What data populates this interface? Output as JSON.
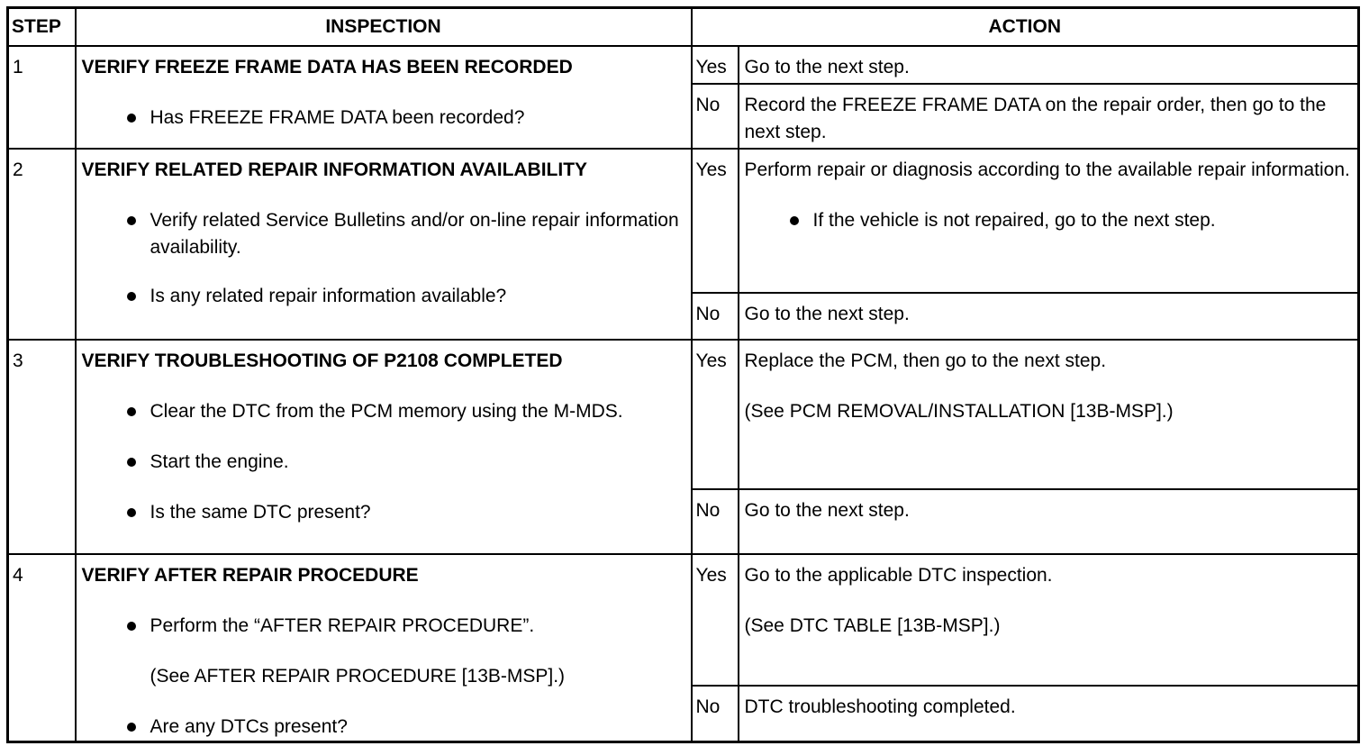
{
  "headers": {
    "step": "STEP",
    "inspection": "INSPECTION",
    "action": "ACTION"
  },
  "steps": [
    {
      "num": "1",
      "title": "VERIFY FREEZE FRAME DATA HAS BEEN RECORDED",
      "bullets": [
        "Has FREEZE FRAME DATA been recorded?"
      ],
      "yes_label": "Yes",
      "yes_action": "Go to the next step.",
      "no_label": "No",
      "no_action": "Record the FREEZE FRAME DATA on the repair order, then go to the next step."
    },
    {
      "num": "2",
      "title": "VERIFY RELATED REPAIR INFORMATION AVAILABILITY",
      "bullets": [
        "Verify related Service Bulletins and/or on-line repair information availability.",
        "Is any related repair information available?"
      ],
      "yes_label": "Yes",
      "yes_action": "Perform repair or diagnosis according to the available repair information.",
      "yes_bullet": "If the vehicle is not repaired, go to the next step.",
      "no_label": "No",
      "no_action": "Go to the next step."
    },
    {
      "num": "3",
      "title": "VERIFY TROUBLESHOOTING OF P2108 COMPLETED",
      "bullets": [
        "Clear the DTC from the PCM memory using the M-MDS.",
        "Start the engine.",
        "Is the same DTC present?"
      ],
      "yes_label": "Yes",
      "yes_action": "Replace the PCM, then go to the next step.",
      "yes_ref": "(See PCM REMOVAL/INSTALLATION [13B-MSP].)",
      "no_label": "No",
      "no_action": "Go to the next step."
    },
    {
      "num": "4",
      "title": "VERIFY AFTER REPAIR PROCEDURE",
      "bullets": [
        "Perform the “AFTER REPAIR PROCEDURE”.",
        "Are any DTCs present?"
      ],
      "note": "(See AFTER REPAIR PROCEDURE [13B-MSP].)",
      "yes_label": "Yes",
      "yes_action": "Go to the applicable DTC inspection.",
      "yes_ref": "(See DTC TABLE [13B-MSP].)",
      "no_label": "No",
      "no_action": "DTC troubleshooting completed."
    }
  ]
}
